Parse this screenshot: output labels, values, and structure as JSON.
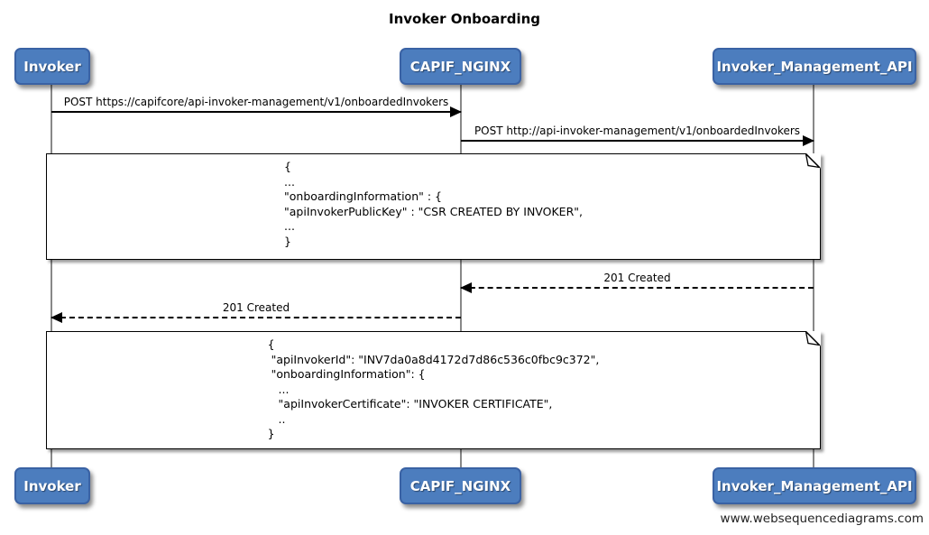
{
  "title": "Invoker Onboarding",
  "actors": [
    {
      "id": "invoker",
      "label": "Invoker"
    },
    {
      "id": "capif_nginx",
      "label": "CAPIF_NGINX"
    },
    {
      "id": "invoker_management_api",
      "label": "Invoker_Management_API"
    }
  ],
  "messages": [
    {
      "from": "Invoker",
      "to": "CAPIF_NGINX",
      "style": "solid",
      "direction": "right",
      "label": "POST https://capifcore/api-invoker-management/v1/onboardedInvokers"
    },
    {
      "from": "CAPIF_NGINX",
      "to": "Invoker_Management_API",
      "style": "solid",
      "direction": "right",
      "label": "POST http://api-invoker-management/v1/onboardedInvokers"
    },
    {
      "from": "Invoker_Management_API",
      "to": "CAPIF_NGINX",
      "style": "dashed",
      "direction": "left",
      "label": "201 Created"
    },
    {
      "from": "CAPIF_NGINX",
      "to": "Invoker",
      "style": "dashed",
      "direction": "left",
      "label": "201 Created"
    }
  ],
  "notes": [
    {
      "lines": [
        "{",
        "...",
        "\"onboardingInformation\" : {",
        "\"apiInvokerPublicKey\" : \"CSR CREATED BY INVOKER\",",
        "...",
        "}"
      ]
    },
    {
      "lines": [
        "{",
        " \"apiInvokerId\": \"INV7da0a8d4172d7d86c536c0fbc9c372\",",
        " \"onboardingInformation\": {",
        "   ...",
        "   \"apiInvokerCertificate\": \"INVOKER CERTIFICATE\",",
        "   ..",
        "}"
      ]
    }
  ],
  "watermark": "www.websequencediagrams.com",
  "colors": {
    "actor_fill": "#4c7dbe",
    "actor_border": "#3a62a4",
    "actor_text": "#ffffff",
    "lifeline": "#888888",
    "note_bg": "#ffffff",
    "note_border": "#000000",
    "message_line": "#000000",
    "text": "#000000"
  }
}
